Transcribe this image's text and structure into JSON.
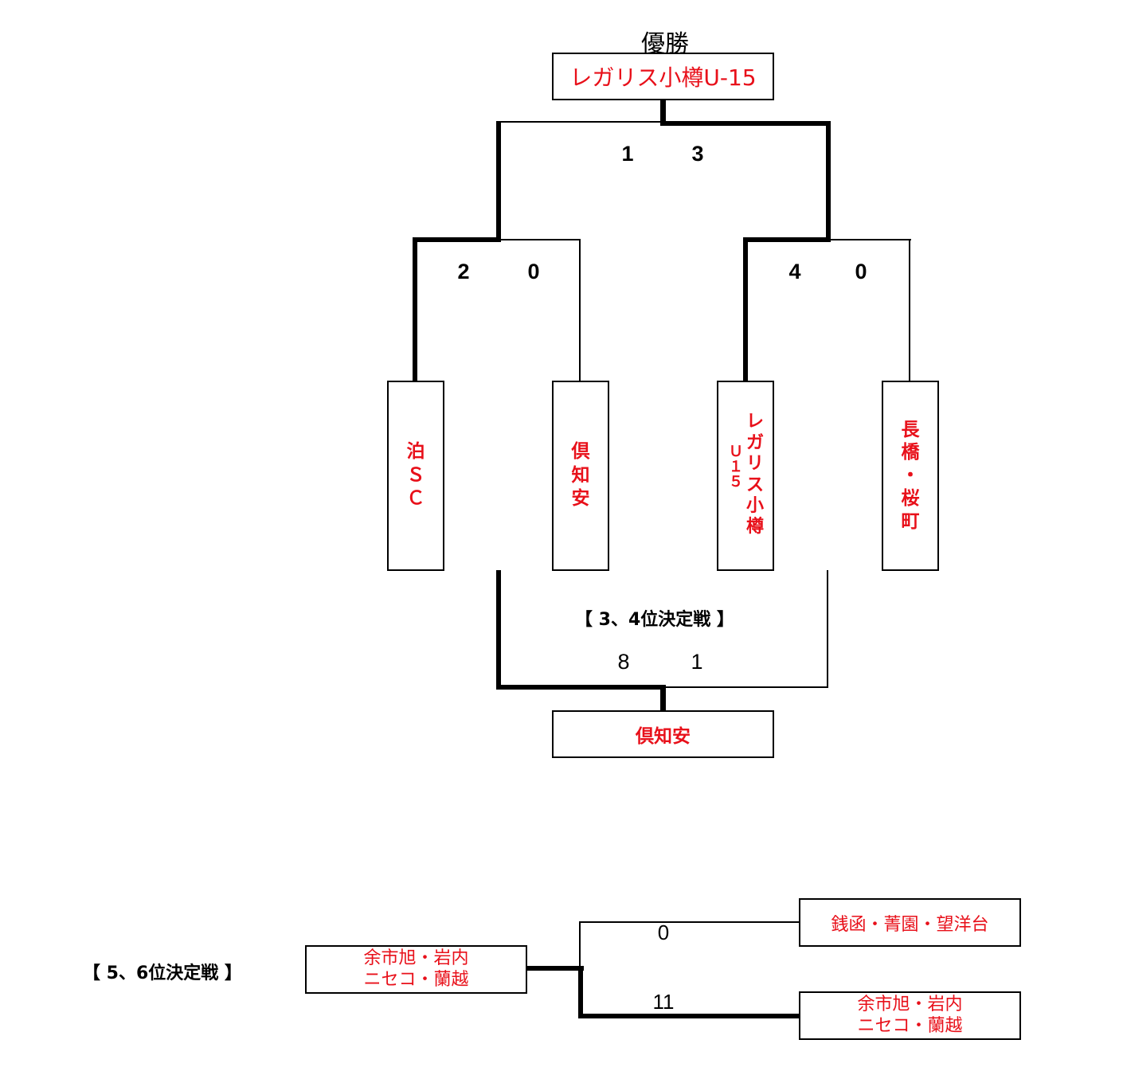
{
  "champion": {
    "heading": "優勝",
    "team": "レガリス小樽U-15"
  },
  "final": {
    "score_left": "1",
    "score_right": "3"
  },
  "semi_left": {
    "score_left": "2",
    "score_right": "0"
  },
  "semi_right": {
    "score_left": "4",
    "score_right": "0"
  },
  "teams": [
    {
      "chars": [
        "泊",
        "Ｓ",
        "Ｃ"
      ]
    },
    {
      "chars": [
        "倶",
        "知",
        "安"
      ]
    },
    {
      "col_main": [
        "レ",
        "ガ",
        "リ",
        "ス",
        "小",
        "樽"
      ],
      "col_sub": [
        "Ｕ",
        "１",
        "５"
      ]
    },
    {
      "chars": [
        "長",
        "橋",
        "・",
        "桜",
        "町"
      ]
    }
  ],
  "third_place": {
    "label": "【 3、4位決定戦 】",
    "score_left": "8",
    "score_right": "1",
    "winner": "倶知安"
  },
  "fifth_place": {
    "label": "【 5、6位決定戦 】",
    "winner_line1": "余市旭・岩内",
    "winner_line2": "ニセコ・蘭越",
    "team_top": "銭函・菁園・望洋台",
    "score_top": "0",
    "team_bottom_line1": "余市旭・岩内",
    "team_bottom_line2": "ニセコ・蘭越",
    "score_bottom": "11"
  },
  "colors": {
    "team_text": "#e8101a",
    "line": "#000000"
  }
}
